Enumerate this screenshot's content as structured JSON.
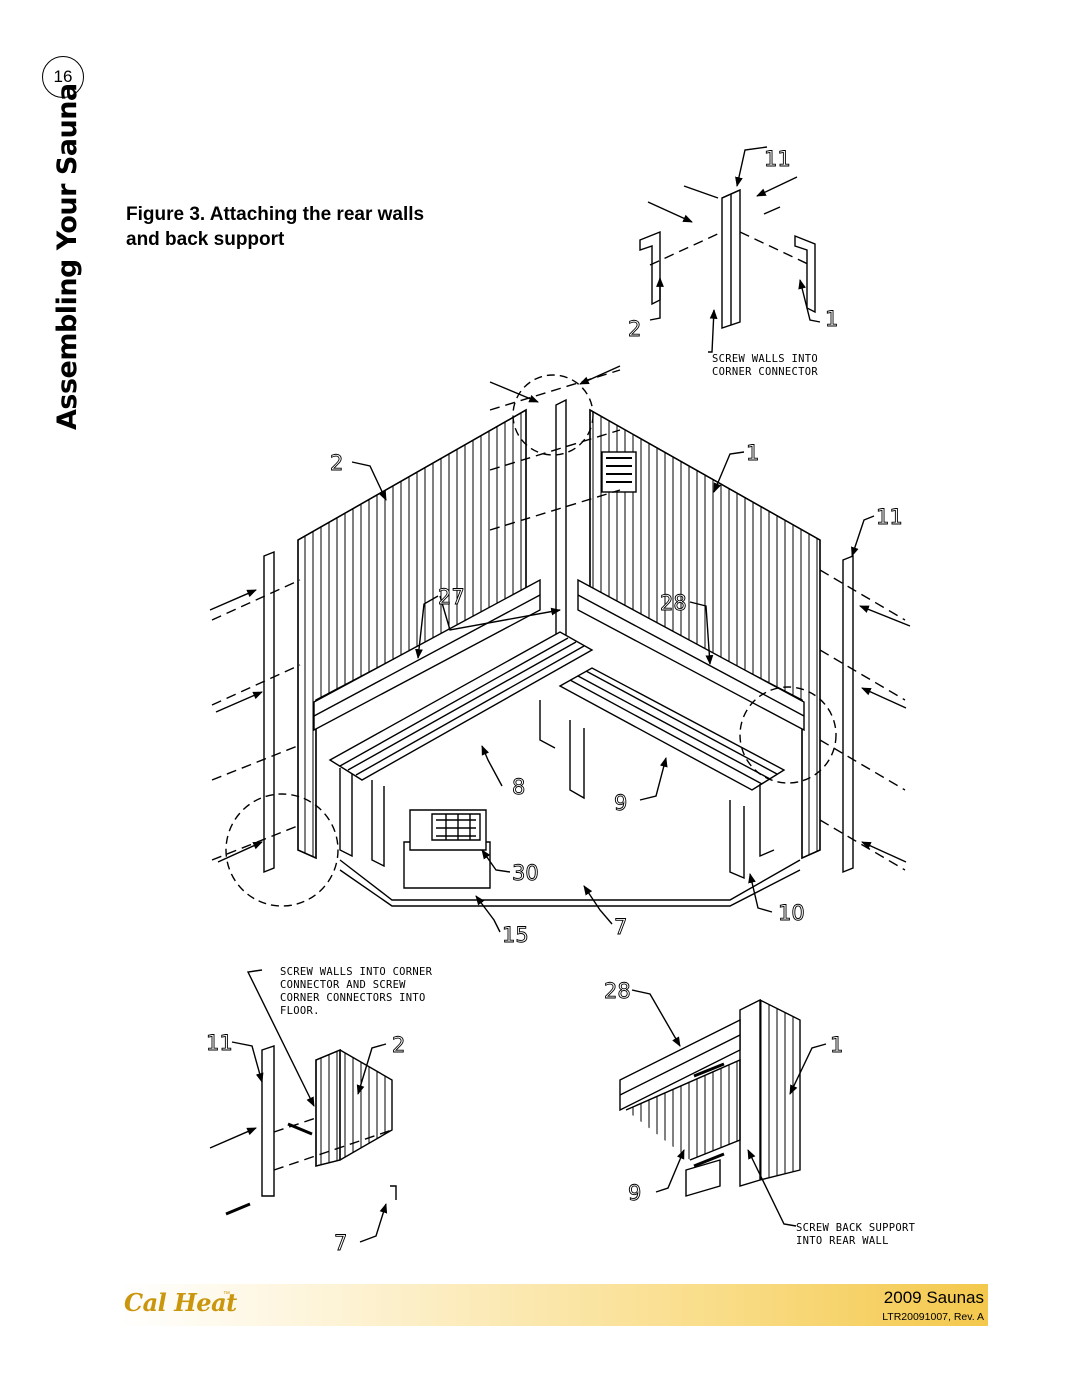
{
  "page": {
    "number": "16"
  },
  "header": {
    "section_title": "Assembling Your Sauna"
  },
  "figure": {
    "caption_line1": "Figure 3. Attaching the rear walls",
    "caption_line2": "and back support",
    "callouts": {
      "top_11": "11",
      "top_2": "2",
      "top_1": "1",
      "main_2": "2",
      "main_1": "1",
      "main_11": "11",
      "main_27": "27",
      "main_28": "28",
      "main_8": "8",
      "main_9": "9",
      "main_30": "30",
      "main_10": "10",
      "main_15": "15",
      "main_7": "7",
      "bl_11": "11",
      "bl_2": "2",
      "bl_7": "7",
      "br_28": "28",
      "br_1": "1",
      "br_9": "9"
    },
    "notes": {
      "top_line1": "SCREW WALLS INTO",
      "top_line2": "CORNER CONNECTOR",
      "bl_line1": "SCREW WALLS INTO CORNER",
      "bl_line2": "CONNECTOR AND SCREW",
      "bl_line3": "CORNER CONNECTORS INTO",
      "bl_line4": "FLOOR.",
      "br_line1": "SCREW BACK SUPPORT",
      "br_line2": "INTO REAR WALL"
    }
  },
  "footer": {
    "brand": "Cal Heat",
    "brand_tm": "™",
    "title": "2009 Saunas",
    "doc_id": "LTR20091007, Rev. A",
    "colors": {
      "brand": "#c9960e",
      "bar_end": "#f3c84c"
    }
  }
}
